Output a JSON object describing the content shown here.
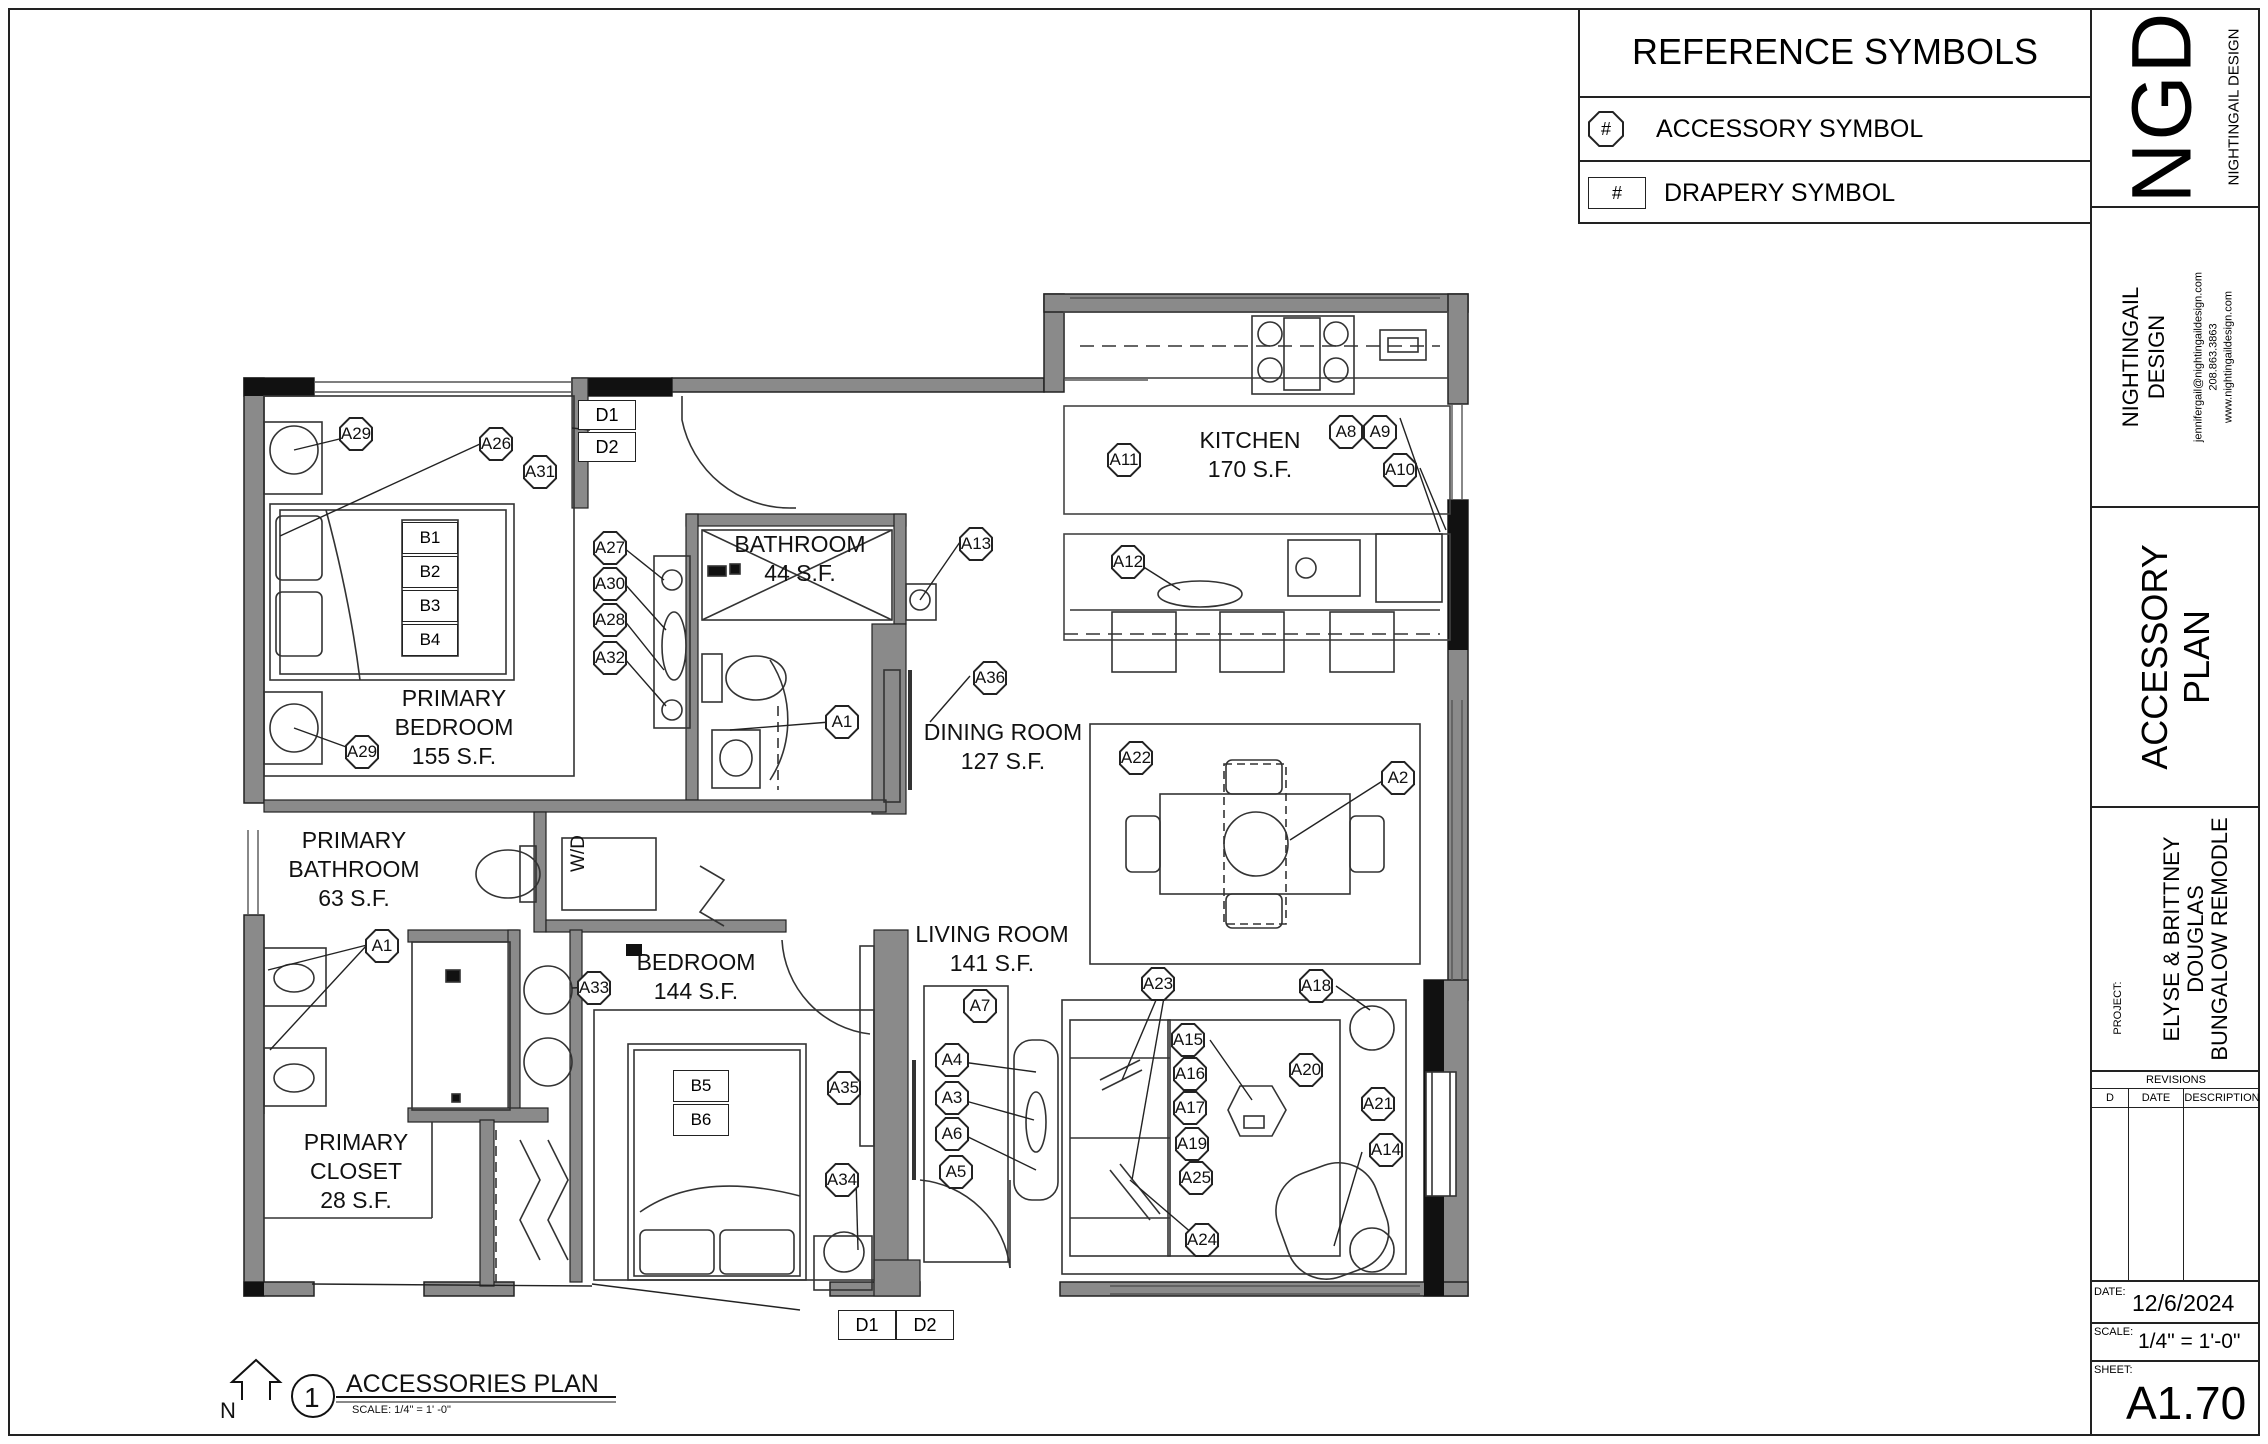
{
  "reference": {
    "title": "REFERENCE SYMBOLS",
    "accessory_marker": "#",
    "accessory_label": "ACCESSORY  SYMBOL",
    "drapery_marker": "#",
    "drapery_label": "DRAPERY SYMBOL"
  },
  "logo": {
    "mark": "NGD",
    "name": "NIGHTINGAIL DESIGN"
  },
  "company": {
    "name_line1": "NIGHTINGAIL",
    "name_line2": "DESIGN",
    "email": "jennifergail@nightingaildesign.com",
    "phone": "208.863.3863",
    "website": "www.nightingaildesign.com"
  },
  "sheet_title": {
    "line1": "ACCESSORY",
    "line2": "PLAN"
  },
  "project": {
    "label": "PROJECT:",
    "line1": "ELYSE & BRITTNEY",
    "line2": "DOUGLAS",
    "line3": "BUNGALOW REMODLE"
  },
  "revisions": {
    "title": "REVISIONS",
    "col_d": "D",
    "col_date": "DATE",
    "col_desc": "DESCRIPTION"
  },
  "date": {
    "label": "DATE:",
    "value": "12/6/2024"
  },
  "scale": {
    "label": "SCALE:",
    "value": "1/4\" = 1'-0\""
  },
  "sheet": {
    "label": "SHEET:",
    "value": "A1.70"
  },
  "drawing_title": {
    "north": "N",
    "number": "1",
    "title": "ACCESSORIES PLAN",
    "scale": "SCALE: 1/4\" = 1' -0\""
  },
  "rooms": {
    "kitchen": {
      "name": "KITCHEN",
      "area": "170 S.F."
    },
    "bathroom": {
      "name": "BATHROOM",
      "area": "44 S.F."
    },
    "primary_bedroom": {
      "name1": "PRIMARY",
      "name2": "BEDROOM",
      "area": "155 S.F."
    },
    "dining_room": {
      "name": "DINING ROOM",
      "area": "127 S.F."
    },
    "primary_bathroom": {
      "name1": "PRIMARY",
      "name2": "BATHROOM",
      "area": "63 S.F."
    },
    "bedroom": {
      "name": "BEDROOM",
      "area": "144 S.F."
    },
    "living_room": {
      "name": "LIVING ROOM",
      "area": "141 S.F."
    },
    "primary_closet": {
      "name1": "PRIMARY",
      "name2": "CLOSET",
      "area": "28 S.F."
    }
  },
  "appliance": {
    "washer_dryer": "W/D"
  },
  "accessory_tags": [
    "A1",
    "A1",
    "A2",
    "A3",
    "A4",
    "A5",
    "A6",
    "A7",
    "A8",
    "A9",
    "A10",
    "A11",
    "A12",
    "A13",
    "A14",
    "A15",
    "A16",
    "A17",
    "A18",
    "A19",
    "A20",
    "A21",
    "A22",
    "A23",
    "A24",
    "A25",
    "A26",
    "A27",
    "A28",
    "A29",
    "A29",
    "A30",
    "A31",
    "A32",
    "A33",
    "A34",
    "A35",
    "A36"
  ],
  "drapery_tags": [
    "D1",
    "D2",
    "D1",
    "D2"
  ],
  "bed_tags": [
    "B1",
    "B2",
    "B3",
    "B4",
    "B5",
    "B6"
  ]
}
